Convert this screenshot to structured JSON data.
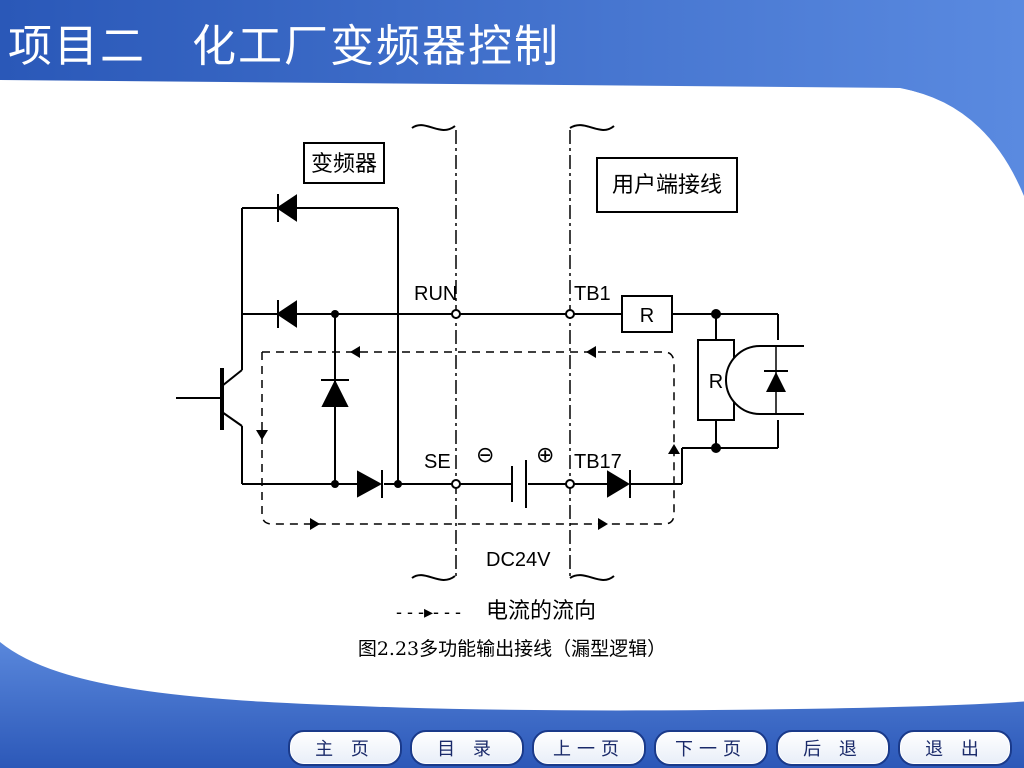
{
  "slide": {
    "title": "项目二　化工厂变频器控制",
    "caption": "图2.23多功能输出接线（漏型逻辑）"
  },
  "diagram": {
    "box_inverter": "变频器",
    "box_user": "用户端接线",
    "label_run": "RUN",
    "label_se": "SE",
    "label_tb1": "TB1",
    "label_tb17": "TB17",
    "label_dc24v": "DC24V",
    "label_minus": "⊖",
    "label_plus": "⊕",
    "resistor_1": "R",
    "resistor_2": "R",
    "legend": "电流的流向",
    "legend_symbol": "- - -▸- - -"
  },
  "nav": {
    "home": "主 页",
    "toc": "目 录",
    "prev": "上一页",
    "next": "下一页",
    "back": "后 退",
    "exit": "退 出"
  },
  "colors": {
    "header_blue": "#3b69c8",
    "band_blue": "#4a78d0"
  }
}
